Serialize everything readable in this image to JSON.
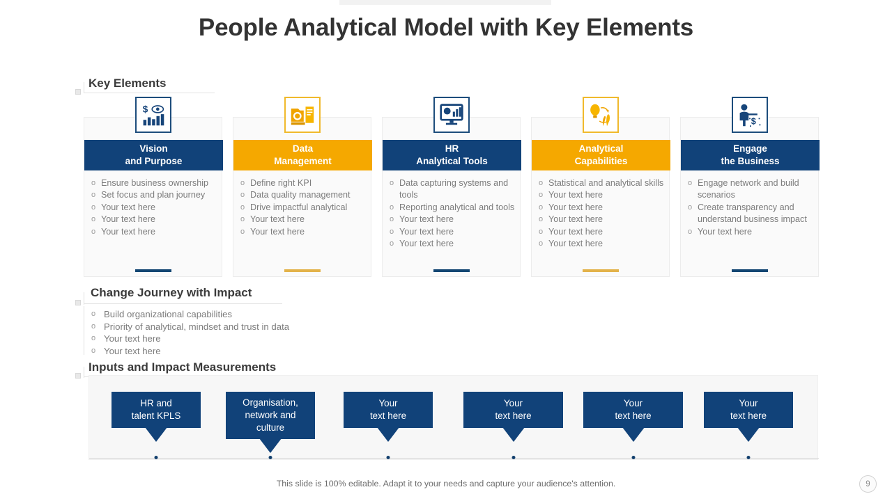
{
  "slide": {
    "title": "People Analytical Model with Key Elements",
    "page_number": "9",
    "footer_note": "This slide is 100% editable. Adapt it to your needs and capture your audience's attention.",
    "colors": {
      "blue": "#114279",
      "orange": "#f5a800",
      "body_text": "#7c7c7c",
      "heading": "#3b3b3b",
      "band_bg": "#f7f7f7"
    }
  },
  "sections": {
    "key_elements": {
      "heading": "Key Elements"
    },
    "change_journey": {
      "heading": "Change Journey with Impact"
    },
    "inputs": {
      "heading": "Inputs and Impact Measurements"
    }
  },
  "key_elements": {
    "cards": [
      {
        "icon": "dollar-eye-bar-chart-icon",
        "theme": "blue",
        "title_line1": "Vision",
        "title_line2": "and Purpose",
        "bullets": [
          "Ensure business ownership",
          " Set focus and plan journey",
          "Your text here",
          "Your text here",
          "Your text here"
        ]
      },
      {
        "icon": "data-folder-document-icon",
        "theme": "orange",
        "title_line1": "Data",
        "title_line2": "Management",
        "bullets": [
          "Define right KPI",
          "Data quality management",
          "Drive impactful analytical",
          "Your text here",
          "Your text here"
        ]
      },
      {
        "icon": "monitor-analytics-icon",
        "theme": "blue",
        "title_line1": "HR",
        "title_line2": "Analytical  Tools",
        "bullets": [
          "Data capturing systems and tools",
          "Reporting analytical and tools",
          "Your text here",
          "Your text here",
          "Your text here"
        ]
      },
      {
        "icon": "lightbulb-idea-hand-icon",
        "theme": "orange",
        "title_line1": "Analytical",
        "title_line2": "Capabilities",
        "bullets": [
          "Statistical and analytical skills",
          "Your text here",
          "Your text here",
          "Your text here",
          "Your text here",
          "Your text here"
        ]
      },
      {
        "icon": "person-dollar-business-icon",
        "theme": "blue",
        "title_line1": "Engage",
        "title_line2": "the Business",
        "bullets": [
          "Engage network and build scenarios",
          "Create transparency and understand business impact",
          "Your text here"
        ]
      }
    ]
  },
  "change_journey": {
    "bullets": [
      "Build organizational capabilities",
      "Priority of analytical, mindset and trust in data",
      "Your text here",
      "Your text here"
    ]
  },
  "inputs": {
    "callouts": [
      {
        "line1": "HR and",
        "line2": "talent KPLS",
        "line3": ""
      },
      {
        "line1": "Organisation,",
        "line2": "network and",
        "line3": "culture"
      },
      {
        "line1": "Your",
        "line2": "text here",
        "line3": ""
      },
      {
        "line1": "Your",
        "line2": "text here",
        "line3": ""
      },
      {
        "line1": "Your",
        "line2": "text here",
        "line3": ""
      },
      {
        "line1": "Your",
        "line2": "text here",
        "line3": ""
      }
    ]
  },
  "bullet_glyph": "o"
}
